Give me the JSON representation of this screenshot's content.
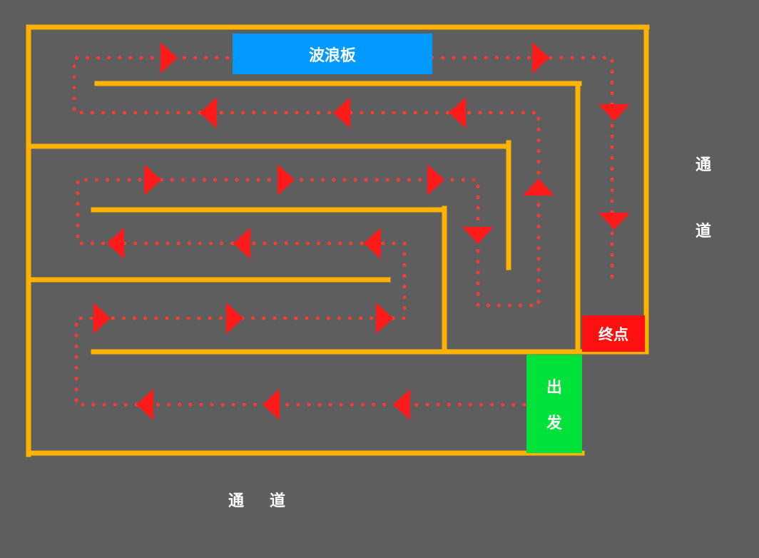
{
  "colors": {
    "background": "#5e5e5e",
    "wall": "#ffb300",
    "path": "#ff3b30",
    "arrow": "#ff1a1a",
    "wave_board": "#0099ff",
    "start": "#00e13a",
    "finish": "#ff1010",
    "text": "#ffffff"
  },
  "labels": {
    "wave_board": "波浪板",
    "finish": "终点",
    "start_line1": "出",
    "start_line2": "发",
    "right_channel_1": "通",
    "right_channel_2": "道",
    "bottom_channel_1": "通",
    "bottom_channel_2": "道"
  }
}
